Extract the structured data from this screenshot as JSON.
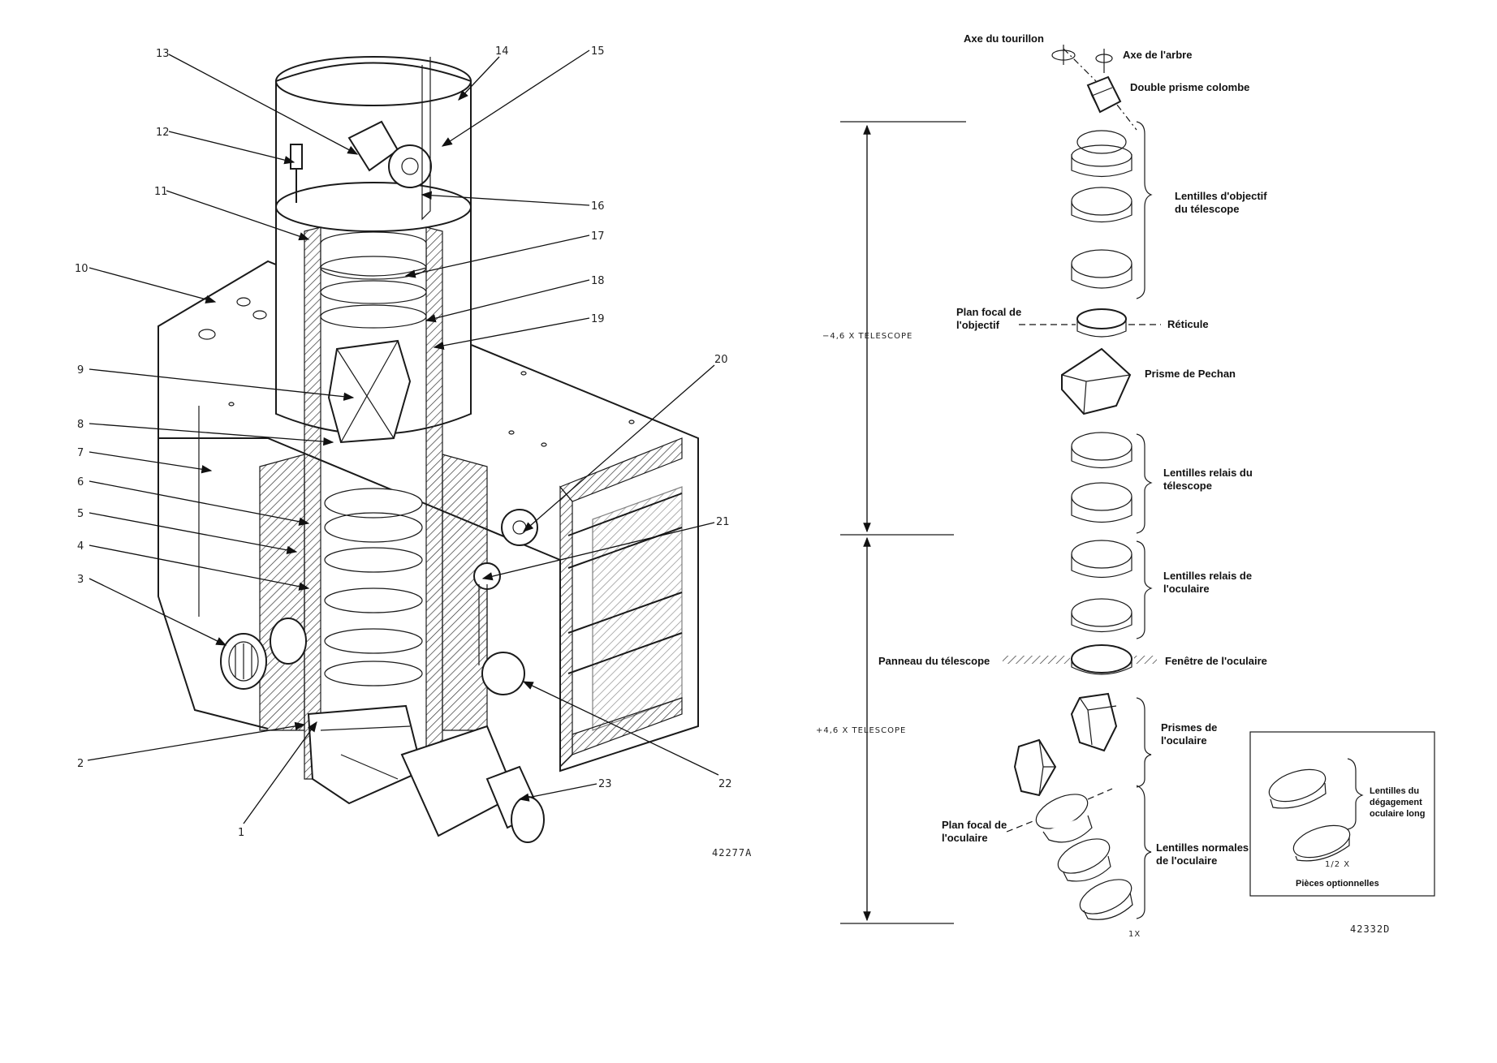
{
  "left_diagram": {
    "callouts": [
      "1",
      "2",
      "3",
      "4",
      "5",
      "6",
      "7",
      "8",
      "9",
      "10",
      "11",
      "12",
      "13",
      "14",
      "15",
      "16",
      "17",
      "18",
      "19",
      "20",
      "21",
      "22",
      "23"
    ],
    "drawing_number": "42277A"
  },
  "right_diagram": {
    "labels": {
      "trunnion_axis": "Axe du tourillon",
      "shaft_axis": "Axe de l'arbre",
      "dove_prism": "Double prisme colombe",
      "objective_lenses_1": "Lentilles d'objectif",
      "objective_lenses_2": "du télescope",
      "objective_focal_1": "Plan focal de",
      "objective_focal_2": "l'objectif",
      "reticle": "Réticule",
      "pechan_prism": "Prisme de Pechan",
      "relay_telescope_1": "Lentilles relais du",
      "relay_telescope_2": "télescope",
      "relay_eyepiece_1": "Lentilles relais de",
      "relay_eyepiece_2": "l'oculaire",
      "telescope_panel": "Panneau du télescope",
      "eyepiece_window": "Fenêtre de l'oculaire",
      "eyepiece_prisms_1": "Prismes de",
      "eyepiece_prisms_2": "l'oculaire",
      "eyepiece_focal_1": "Plan focal de",
      "eyepiece_focal_2": "l'oculaire",
      "normal_eyepiece_1": "Lentilles normales",
      "normal_eyepiece_2": "de l'oculaire",
      "long_relief_1": "Lentilles du",
      "long_relief_2": "dégagement",
      "long_relief_3": "oculaire long",
      "half_x": "1/2 X",
      "optional_parts": "Pièces optionnelles"
    },
    "dimensions": {
      "minus_telescope": "−4,6 X TELESCOPE",
      "plus_telescope": "+4,6 X TELESCOPE",
      "one_x": "1X"
    },
    "drawing_number": "42332D"
  }
}
